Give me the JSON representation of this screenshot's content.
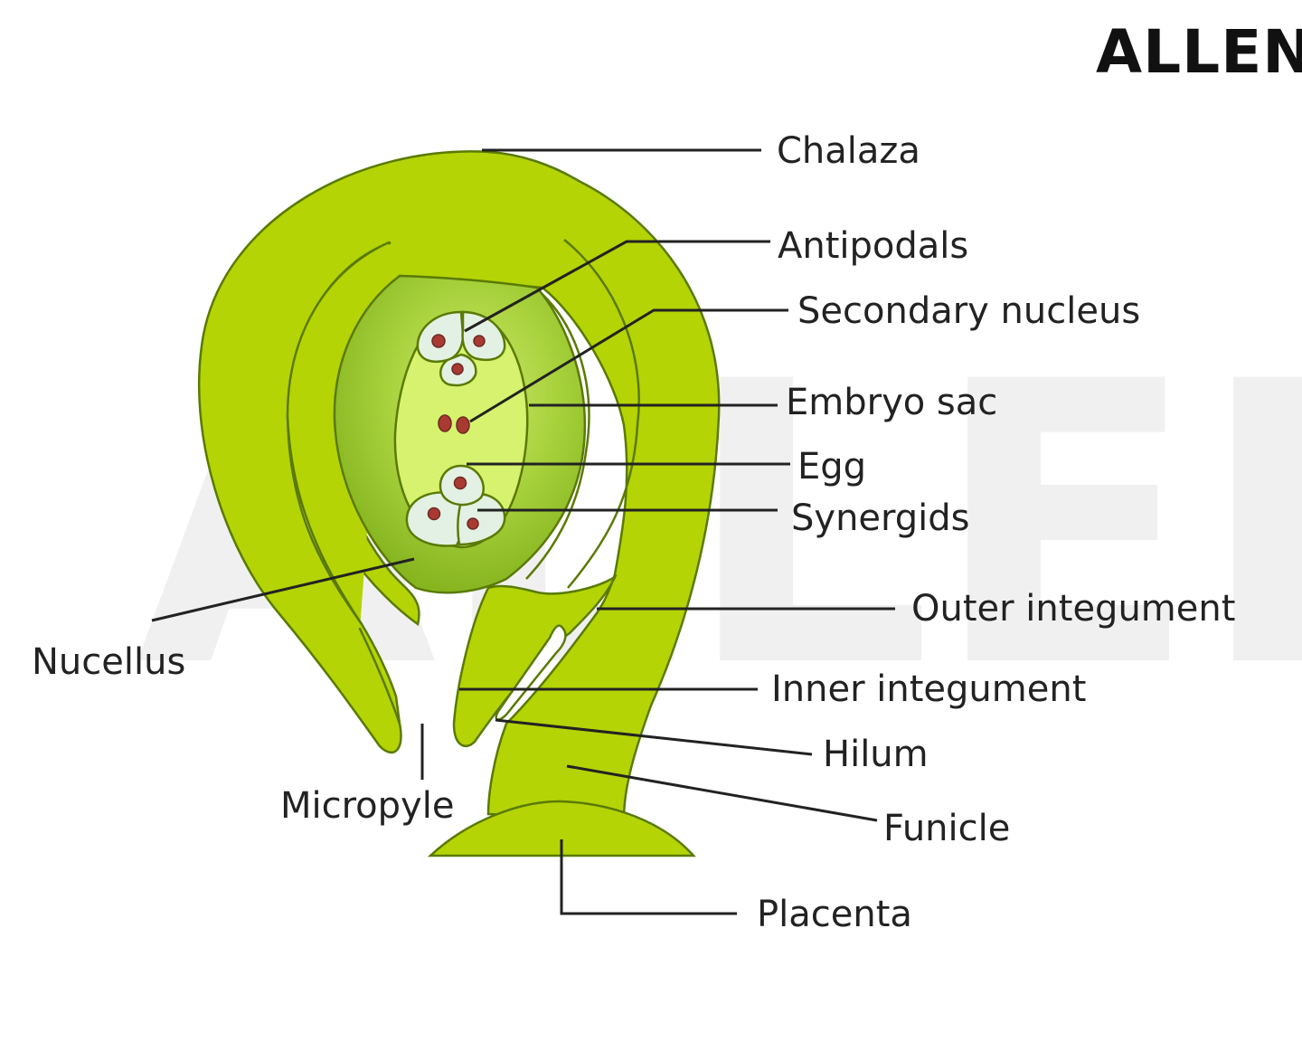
{
  "brand": {
    "logo": "ALLEN"
  },
  "colors": {
    "integument": "#b4d406",
    "outline": "#5a7a05",
    "nucellus_light": "#c5e35a",
    "nucellus_dark": "#86b520",
    "embryo_sac": "#d7f26e",
    "cell_fill": "#e3f1e4",
    "nucleus": "#a83a32",
    "label_text": "#222222",
    "watermark": "#eeeeee"
  },
  "labels": {
    "chalaza": "Chalaza",
    "antipodals": "Antipodals",
    "secondary_nucleus": "Secondary nucleus",
    "embryo_sac": "Embryo sac",
    "egg": "Egg",
    "synergids": "Synergids",
    "outer_integument": "Outer integument",
    "nucellus": "Nucellus",
    "inner_integument": "Inner integument",
    "hilum": "Hilum",
    "micropyle": "Micropyle",
    "funicle": "Funicle",
    "placenta": "Placenta"
  }
}
